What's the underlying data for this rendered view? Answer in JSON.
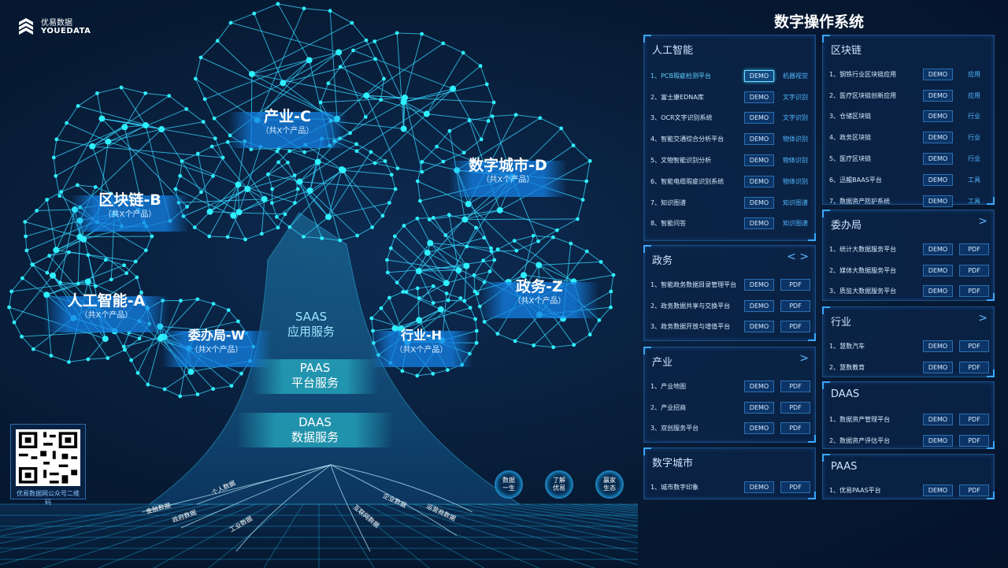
{
  "brand": {
    "cn": "优易数据",
    "en": "YOUEDATA"
  },
  "system_title": "数字操作系统",
  "tree": {
    "categories": [
      {
        "title": "产业-C",
        "sub": "（共X个产品）"
      },
      {
        "title": "数字城市-D",
        "sub": "（共X个产品）"
      },
      {
        "title": "区块链-B",
        "sub": "（共X个产品）"
      },
      {
        "title": "政务-Z",
        "sub": "（共X个产品）"
      },
      {
        "title": "人工智能-A",
        "sub": "（共X个产品）"
      },
      {
        "title": "委办局-W",
        "sub": "（共X个产品）"
      },
      {
        "title": "行业-H",
        "sub": "（共X个产品）"
      }
    ],
    "trunk": {
      "saas": [
        "SAAS",
        "应用服务"
      ],
      "paas": [
        "PAAS",
        "平台服务"
      ],
      "daas": [
        "DAAS",
        "数据服务"
      ]
    },
    "roots": [
      "个人数据",
      "金融数据",
      "政府数据",
      "工业数据",
      "互联网数据",
      "企业数据",
      "运营商数据"
    ]
  },
  "qr": {
    "caption": "优易数据网公众号二维码"
  },
  "circle_buttons": [
    {
      "l1": "数据",
      "l2": "一生"
    },
    {
      "l1": "了解",
      "l2": "优易"
    },
    {
      "l1": "赢家",
      "l2": "生态"
    }
  ],
  "labels": {
    "demo": "DEMO",
    "pdf": "PDF"
  },
  "panels": {
    "ai": {
      "title": "人工智能",
      "rows": [
        {
          "name": "1、PCB瑕疵检测平台",
          "tag": "机器视觉"
        },
        {
          "name": "2、富士康EDNA库",
          "tag": "文字识别"
        },
        {
          "name": "3、OCR文字识别系统",
          "tag": "文字识别"
        },
        {
          "name": "4、智能交通综合分析平台",
          "tag": "物体识别"
        },
        {
          "name": "5、文物智能识别分析",
          "tag": "物体识别"
        },
        {
          "name": "6、智能电缆瑕疵识别系统",
          "tag": "物体识别"
        },
        {
          "name": "7、知识图谱",
          "tag": "知识图谱"
        },
        {
          "name": "8、智能问答",
          "tag": "知识图谱"
        }
      ]
    },
    "gov": {
      "title": "政务",
      "arrows": "< >",
      "rows": [
        {
          "name": "1、智能政务数据目录管理平台"
        },
        {
          "name": "2、政务数据共享与交换平台"
        },
        {
          "name": "3、政务数据开放与增值平台"
        }
      ]
    },
    "industry_c": {
      "title": "产业",
      "arrows": ">",
      "rows": [
        {
          "name": "1、产业地图"
        },
        {
          "name": "2、产业招商"
        },
        {
          "name": "3、双创服务平台"
        }
      ]
    },
    "city": {
      "title": "数字城市",
      "rows": [
        {
          "name": "1、城市数字印象"
        }
      ]
    },
    "chain": {
      "title": "区块链",
      "rows": [
        {
          "name": "1、钢铁行业区块链应用",
          "tag": "应用"
        },
        {
          "name": "2、医疗区块链创新应用",
          "tag": "应用"
        },
        {
          "name": "3、仓储区块链",
          "tag": "行业"
        },
        {
          "name": "4、政务区块链",
          "tag": "行业"
        },
        {
          "name": "5、医疗区块链",
          "tag": "行业"
        },
        {
          "name": "6、迅鲲BAAS平台",
          "tag": "工具"
        },
        {
          "name": "7、数据资产防护系统",
          "tag": "工具"
        }
      ]
    },
    "bureau": {
      "title": "委办局",
      "arrows": ">",
      "rows": [
        {
          "name": "1、统计大数据服务平台"
        },
        {
          "name": "2、媒体大数据服务平台"
        },
        {
          "name": "3、质监大数据服务平台"
        }
      ]
    },
    "sector": {
      "title": "行业",
      "arrows": ">",
      "rows": [
        {
          "name": "1、慧数汽车"
        },
        {
          "name": "2、慧数教育"
        }
      ]
    },
    "daas": {
      "title": "DAAS",
      "rows": [
        {
          "name": "1、数据资产管理平台"
        },
        {
          "name": "2、数据资产评估平台"
        }
      ]
    },
    "paas": {
      "title": "PAAS",
      "rows": [
        {
          "name": "1、优易PAAS平台"
        }
      ]
    }
  },
  "colors": {
    "background": "#071a33",
    "accent": "#2ff0ff",
    "panel_border": "#1e4d80",
    "tag": "#4fb8ff"
  }
}
